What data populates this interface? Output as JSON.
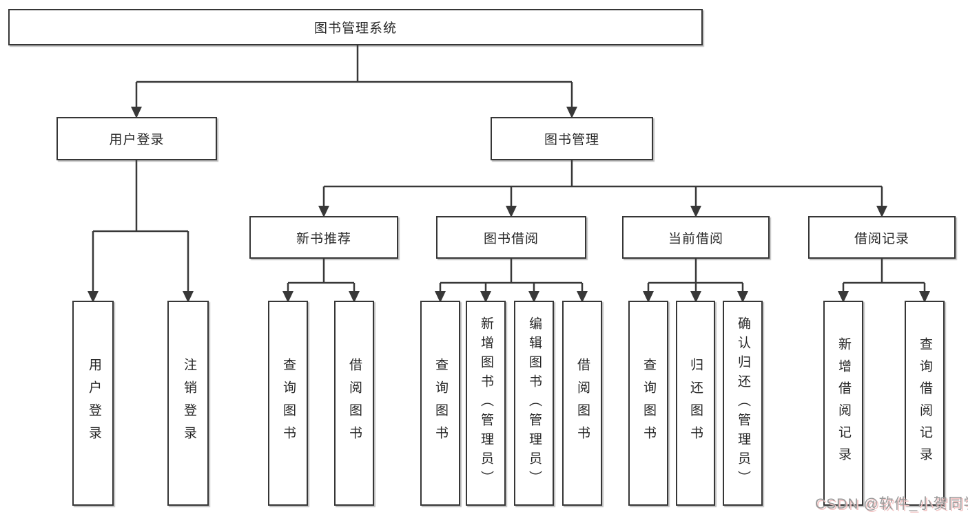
{
  "tree": {
    "root": {
      "label": "图书管理系统",
      "children": [
        {
          "label": "用户登录",
          "children": [
            {
              "label": "用户登录"
            },
            {
              "label": "注销登录"
            }
          ]
        },
        {
          "label": "图书管理",
          "children": [
            {
              "label": "新书推荐",
              "children": [
                {
                  "label": "查询图书"
                },
                {
                  "label": "借阅图书"
                }
              ]
            },
            {
              "label": "图书借阅",
              "children": [
                {
                  "label": "查询图书"
                },
                {
                  "label": "新增图书（管理员）"
                },
                {
                  "label": "编辑图书（管理员）"
                },
                {
                  "label": "借阅图书"
                }
              ]
            },
            {
              "label": "当前借阅",
              "children": [
                {
                  "label": "查询图书"
                },
                {
                  "label": "归还图书"
                },
                {
                  "label": "确认归还（管理员）"
                }
              ]
            },
            {
              "label": "借阅记录",
              "children": [
                {
                  "label": "新增借阅记录"
                },
                {
                  "label": "查询借阅记录"
                }
              ]
            }
          ]
        }
      ]
    }
  },
  "watermark": {
    "text": "CSDN @软件_小贺同学"
  },
  "colors": {
    "line": "#383838",
    "box_border": "#363636",
    "text": "#262626",
    "background": "#ffffff",
    "watermark_text": "#9a9a9a",
    "watermark_shadow": "#f2c4c4"
  }
}
